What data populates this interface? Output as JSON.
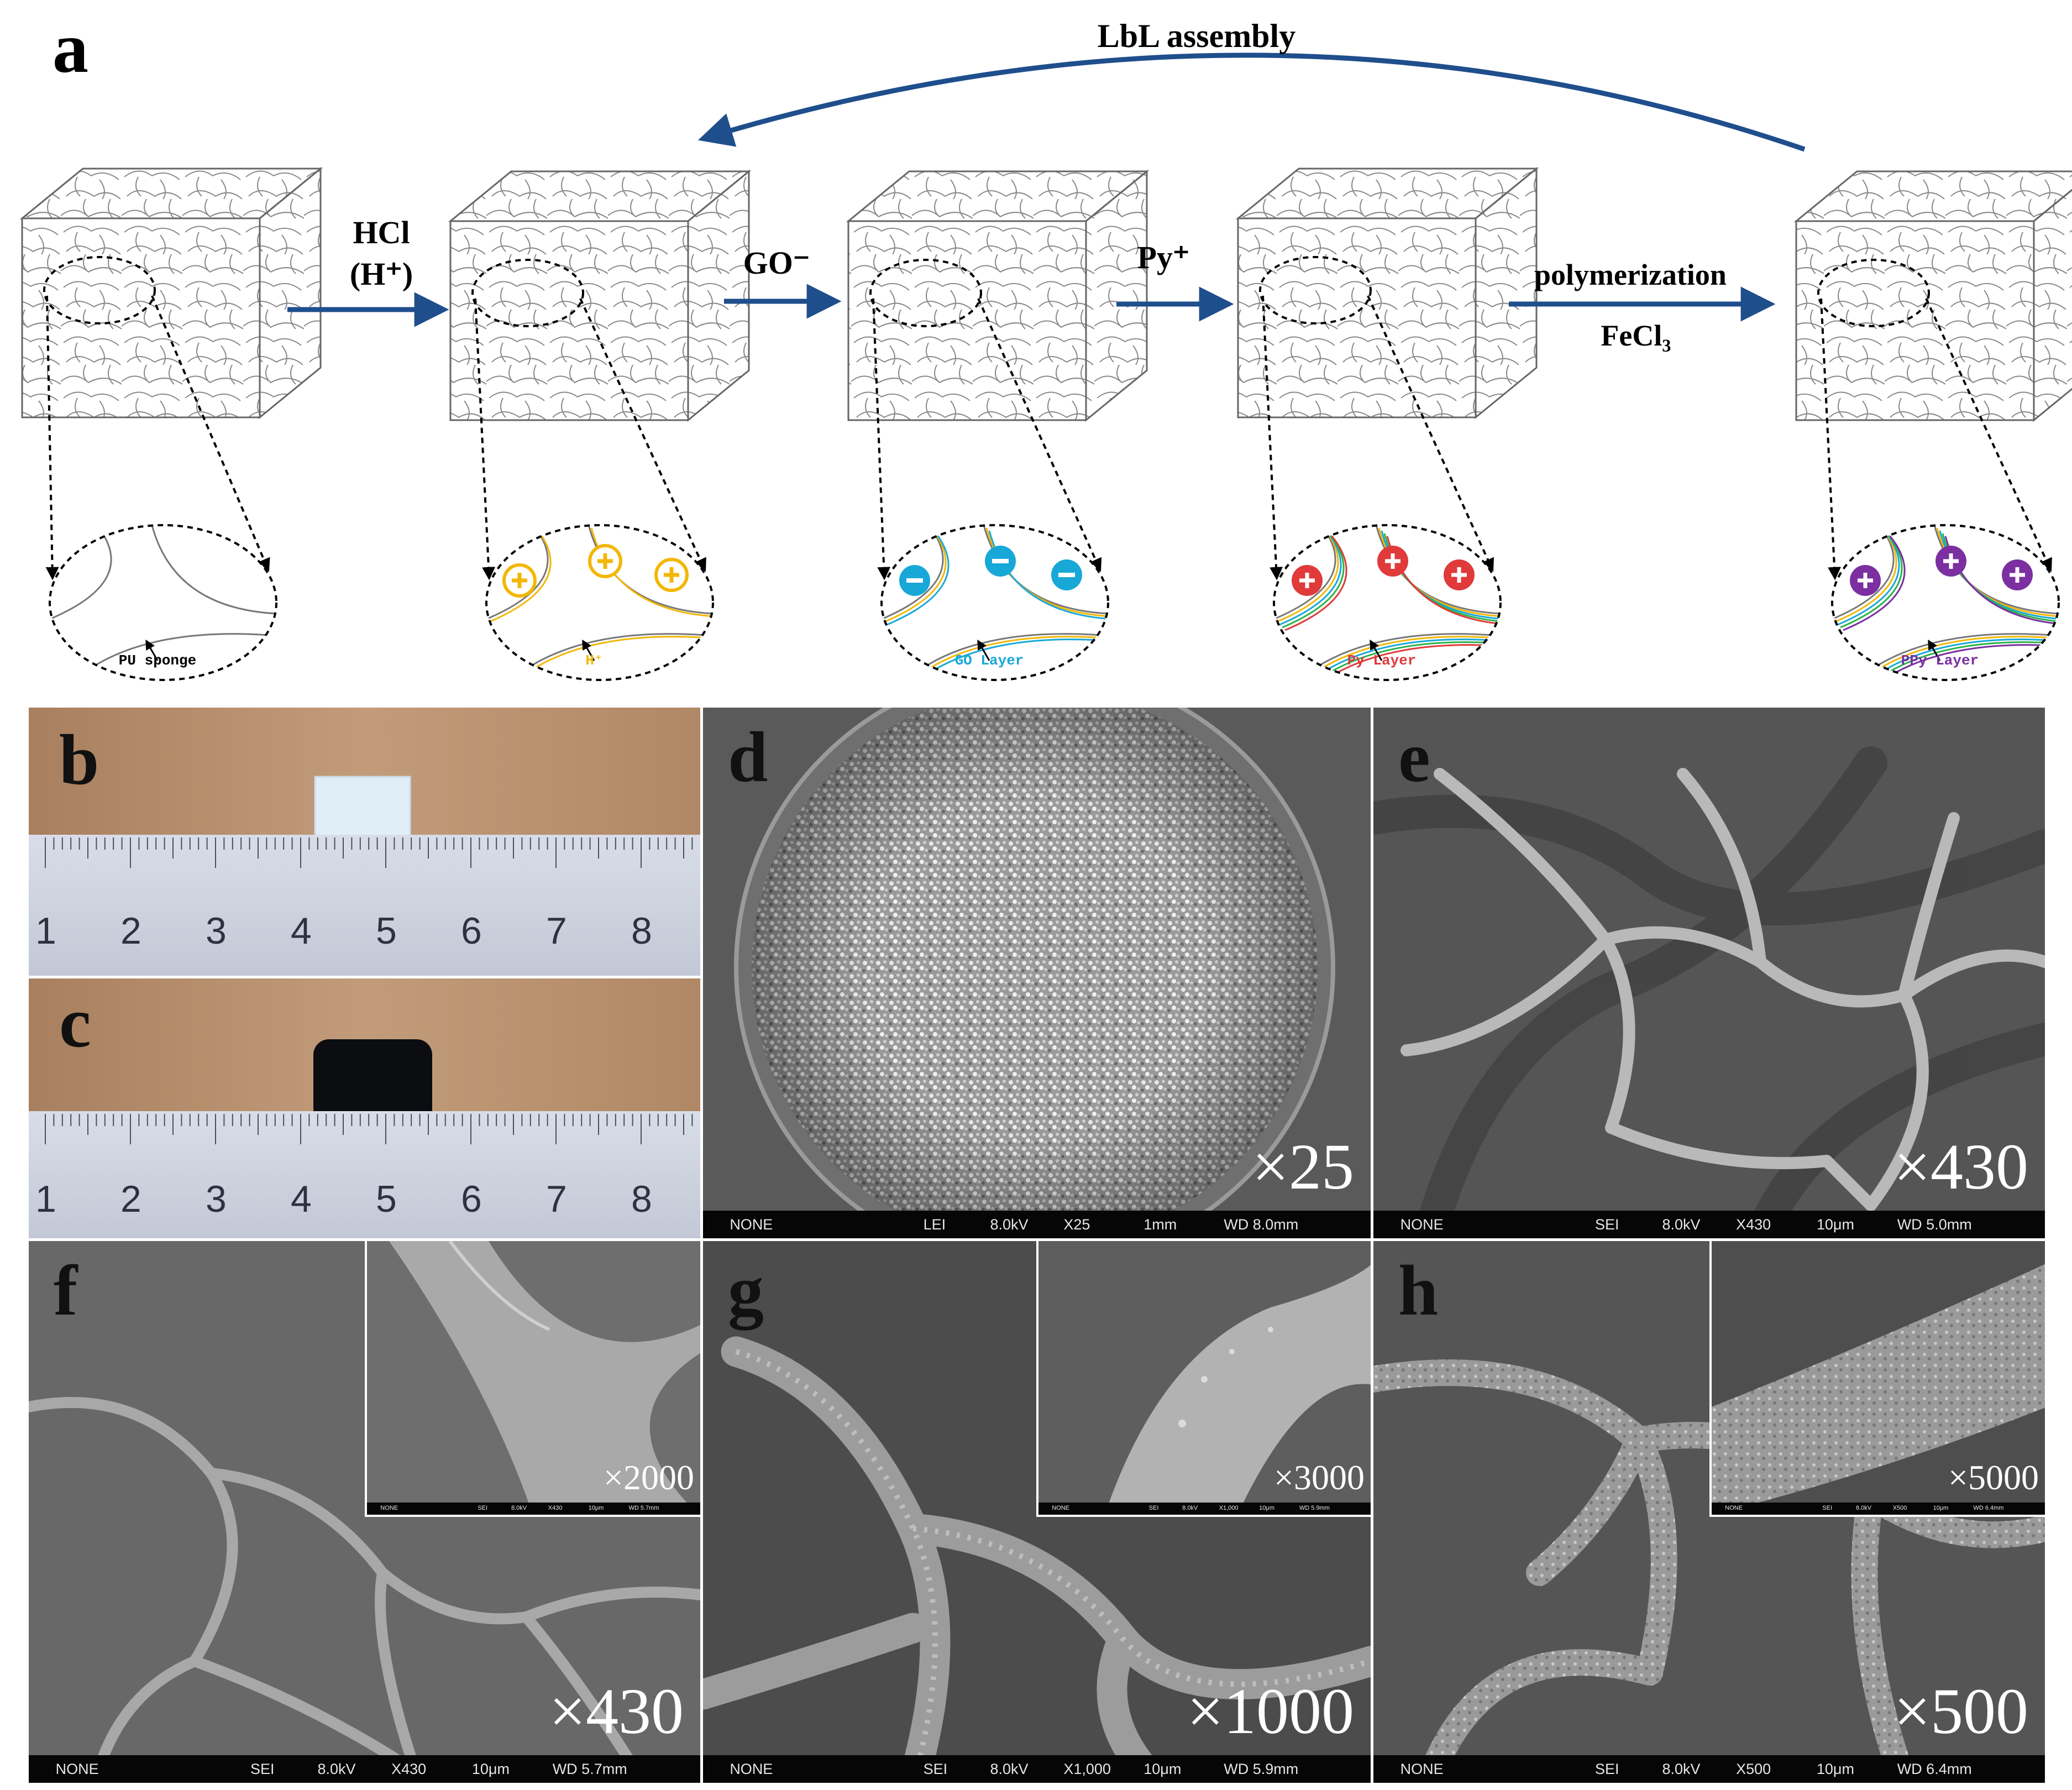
{
  "figure": {
    "panel_a": {
      "label": "a",
      "loop_label": "LbL assembly",
      "steps": [
        {
          "line1": "HCl",
          "line2": "(H⁺)"
        },
        {
          "line1": "GO⁻",
          "line2": ""
        },
        {
          "line1": "Py⁺",
          "line2": ""
        },
        {
          "line1": "polymerization",
          "line2": "FeCl₃"
        }
      ],
      "zoom_labels": [
        "PU sponge",
        "H⁺",
        "GO Layer",
        "Py Layer",
        "PPy Layer"
      ],
      "colors": {
        "arrow": "#1f4e8c",
        "h_plus": "#f2b705",
        "go": "#18a8d8",
        "py": "#e03a3a",
        "ppy": "#7b2fa0",
        "green_line": "#2bb34a",
        "sponge_lines": "#777777"
      }
    },
    "panel_b": {
      "label": "b",
      "ruler_ticks": [
        "1",
        "2",
        "3",
        "4",
        "5",
        "6",
        "7",
        "8"
      ]
    },
    "panel_c": {
      "label": "c",
      "ruler_ticks": [
        "1",
        "2",
        "3",
        "4",
        "5",
        "6",
        "7",
        "8"
      ]
    },
    "panel_d": {
      "label": "d",
      "magnification": "×25",
      "infobar": [
        "NONE",
        "LEI",
        "8.0kV",
        "X25",
        "1mm",
        "WD 8.0mm"
      ]
    },
    "panel_e": {
      "label": "e",
      "magnification": "×430",
      "infobar": [
        "NONE",
        "SEI",
        "8.0kV",
        "X430",
        "10μm",
        "WD 5.0mm"
      ]
    },
    "panel_f": {
      "label": "f",
      "magnification": "×430",
      "inset_magnification": "×2000",
      "infobar": [
        "NONE",
        "SEI",
        "8.0kV",
        "X430",
        "10μm",
        "WD 5.7mm"
      ]
    },
    "panel_g": {
      "label": "g",
      "magnification": "×1000",
      "inset_magnification": "×3000",
      "infobar": [
        "NONE",
        "SEI",
        "8.0kV",
        "X1,000",
        "10μm",
        "WD 5.9mm"
      ]
    },
    "panel_h": {
      "label": "h",
      "magnification": "×500",
      "inset_magnification": "×5000",
      "infobar": [
        "NONE",
        "SEI",
        "8.0kV",
        "X500",
        "10μm",
        "WD 6.4mm"
      ]
    }
  }
}
